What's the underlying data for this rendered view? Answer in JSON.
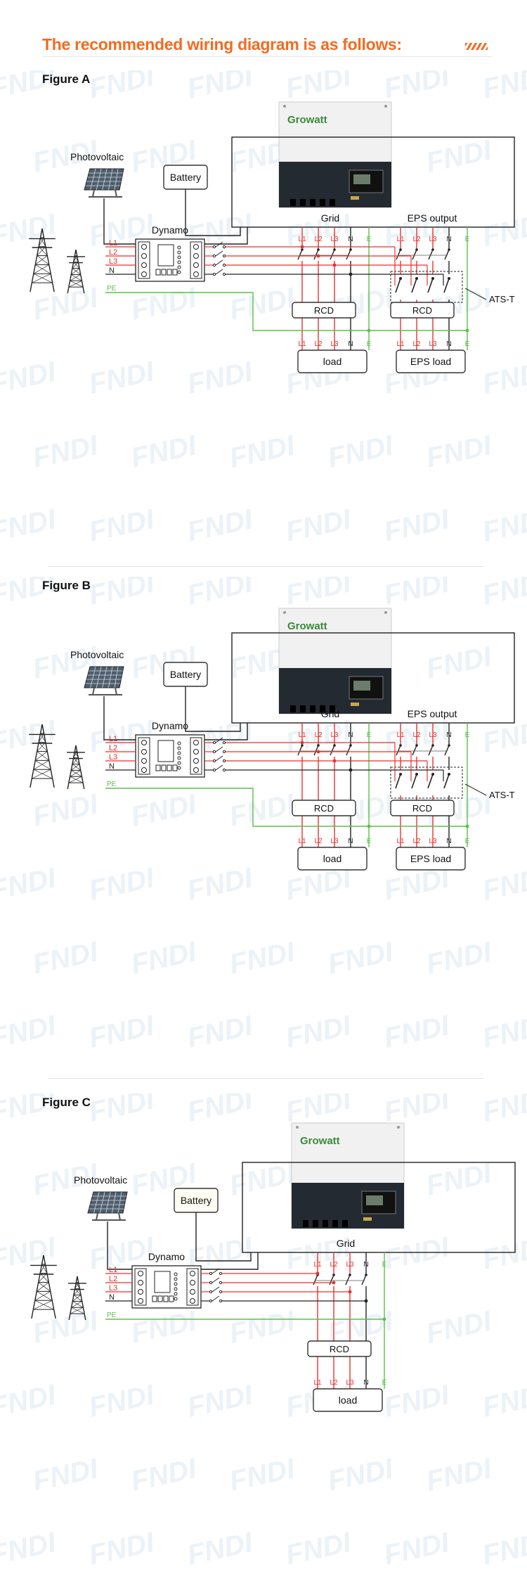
{
  "heading": "The recommended wiring diagram is as follows:",
  "colors": {
    "accent": "#f26b21",
    "phase_wire": "#e8322d",
    "earth_wire": "#5bbf4a",
    "neutral_wire": "#222222",
    "watermark": "#dbe7f2"
  },
  "watermark": "FNDI",
  "labels": {
    "brand": "Growatt",
    "photovoltaic": "Photovoltaic",
    "battery": "Battery",
    "dynamo": "Dynamo",
    "grid": "Grid",
    "eps_output": "EPS output",
    "rcd": "RCD",
    "load": "load",
    "eps_load": "EPS load",
    "ats": "ATS-T",
    "pe": "PE",
    "L1": "L1",
    "L2": "L2",
    "L3": "L3",
    "N": "N",
    "E": "E"
  },
  "figures": [
    {
      "title": "Figure A",
      "variant": "A"
    },
    {
      "title": "Figure B",
      "variant": "B"
    },
    {
      "title": "Figure C",
      "variant": "C"
    }
  ],
  "icons": [
    "solar-panel-icon",
    "transmission-tower-icon",
    "inverter-icon",
    "meter-icon"
  ]
}
